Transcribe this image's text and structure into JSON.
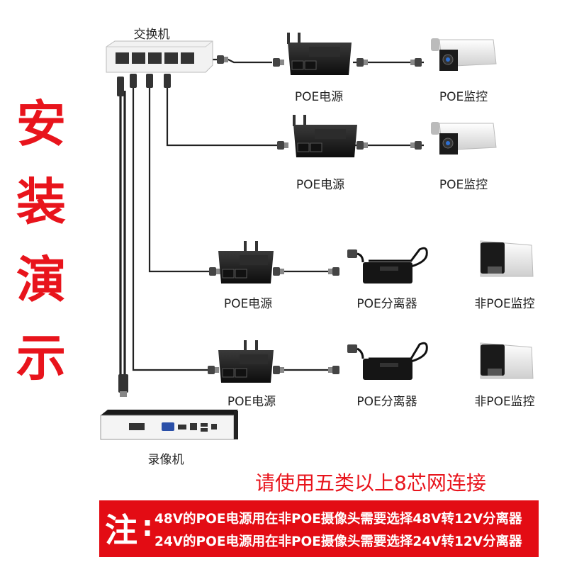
{
  "side_title": [
    "安",
    "装",
    "演",
    "示"
  ],
  "labels": {
    "switch": "交换机",
    "nvr": "录像机",
    "poe_power": "POE电源",
    "poe_camera": "POE监控",
    "poe_splitter": "POE分离器",
    "non_poe_camera": "非POE监控"
  },
  "note": "请使用五类以上8芯网连接",
  "banner": {
    "mark": "注",
    "colon": ":",
    "line1": "48V的POE电源用在非POE摄像头需要选择48V转12V分离器",
    "line2": "24V的POE电源用在非POE摄像头需要选择24V转12V分离器"
  },
  "colors": {
    "accent": "#e30c14",
    "cable": "#222222",
    "device": "#1a1a1a"
  }
}
